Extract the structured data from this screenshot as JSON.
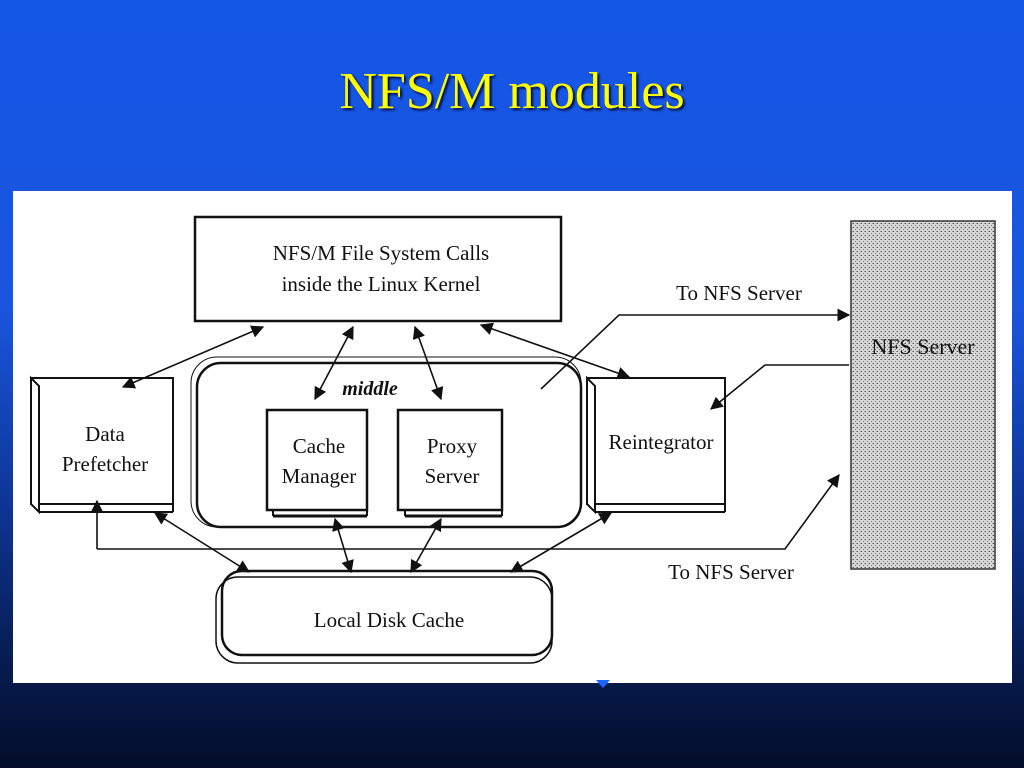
{
  "slide": {
    "title": "NFS/M modules"
  },
  "diagram": {
    "file_system_calls": {
      "line1": "NFS/M File System Calls",
      "line2": "inside the Linux Kernel"
    },
    "middle_label": "middle",
    "data_prefetcher": {
      "line1": "Data",
      "line2": "Prefetcher"
    },
    "cache_manager": {
      "line1": "Cache",
      "line2": "Manager"
    },
    "proxy_server": {
      "line1": "Proxy",
      "line2": "Server"
    },
    "reintegrator": "Reintegrator",
    "local_disk_cache": "Local Disk Cache",
    "nfs_server": "NFS Server",
    "to_nfs_server_top": "To NFS Server",
    "to_nfs_server_bottom": "To NFS Server"
  }
}
